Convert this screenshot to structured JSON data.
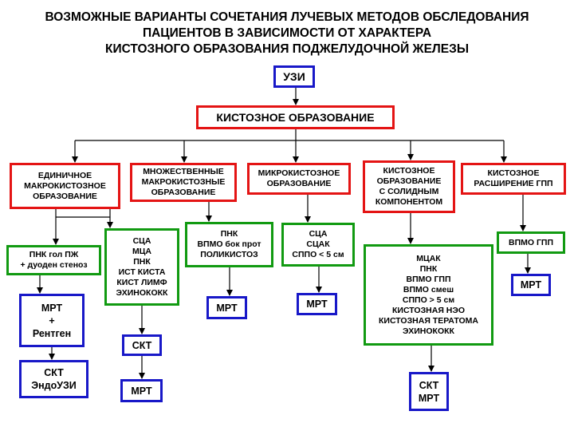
{
  "title": {
    "line1": "ВОЗМОЖНЫЕ ВАРИАНТЫ СОЧЕТАНИЯ ЛУЧЕВЫХ МЕТОДОВ ОБСЛЕДОВАНИЯ",
    "line2": "ПАЦИЕНТОВ В ЗАВИСИМОСТИ ОТ ХАРАКТЕРА",
    "line3": "КИСТОЗНОГО ОБРАЗОВАНИЯ ПОДЖЕЛУДОЧНОЙ ЖЕЛЕЗЫ"
  },
  "nodes": {
    "uzi": [
      "УЗИ"
    ],
    "cyst": [
      "КИСТОЗНОЕ ОБРАЗОВАНИЕ"
    ],
    "single": [
      "ЕДИНИЧНОЕ",
      "МАКРОКИСТОЗНОЕ",
      "ОБРАЗОВАНИЕ"
    ],
    "multiple": [
      "МНОЖЕСТВЕННЫЕ",
      "МАКРОКИСТОЗНЫЕ",
      "ОБРАЗОВАНИЕ"
    ],
    "micro": [
      "МИКРОКИСТОЗНОЕ",
      "ОБРАЗОВАНИЕ"
    ],
    "solid": [
      "КИСТОЗНОЕ",
      "ОБРАЗОВАНИЕ",
      "С СОЛИДНЫМ",
      "КОМПОНЕНТОМ"
    ],
    "duct": [
      "КИСТОЗНОЕ",
      "РАСШИРЕНИЕ ГПП"
    ],
    "pnk_head": [
      "ПНК гол ПЖ",
      "+ дуоден стеноз"
    ],
    "single_dx": [
      "СЦА",
      "МЦА",
      "ПНК",
      "ИСТ КИСТА",
      "КИСТ ЛИМФ",
      "ЭХИНОКОКК"
    ],
    "multiple_dx": [
      "ПНК",
      "ВПМО бок прот",
      "ПОЛИКИСТОЗ"
    ],
    "micro_dx": [
      "СЦА",
      "СЦАК",
      "СППО < 5 см"
    ],
    "solid_dx": [
      "МЦАК",
      "ПНК",
      "ВПМО ГПП",
      "ВПМО смеш",
      "СППО > 5 см",
      "КИСТОЗНАЯ НЭО",
      "КИСТОЗНАЯ ТЕРАТОМА",
      "ЭХИНОКОКК"
    ],
    "duct_dx": [
      "ВПМО ГПП"
    ],
    "mrt_xray": [
      "МРТ",
      "+",
      "Рентген"
    ],
    "skt_eus": [
      "СКТ",
      "ЭндоУЗИ"
    ],
    "skt_single": [
      "СКТ"
    ],
    "mrt_single": [
      "МРТ"
    ],
    "mrt_multiple": [
      "МРТ"
    ],
    "mrt_micro": [
      "МРТ"
    ],
    "skt_mrt_solid": [
      "СКТ",
      "МРТ"
    ],
    "mrt_duct": [
      "МРТ"
    ]
  },
  "colors": {
    "category_border": "#e41414",
    "diagnosis_border": "#119a11",
    "method_border": "#1818c8",
    "connector": "#000000"
  }
}
